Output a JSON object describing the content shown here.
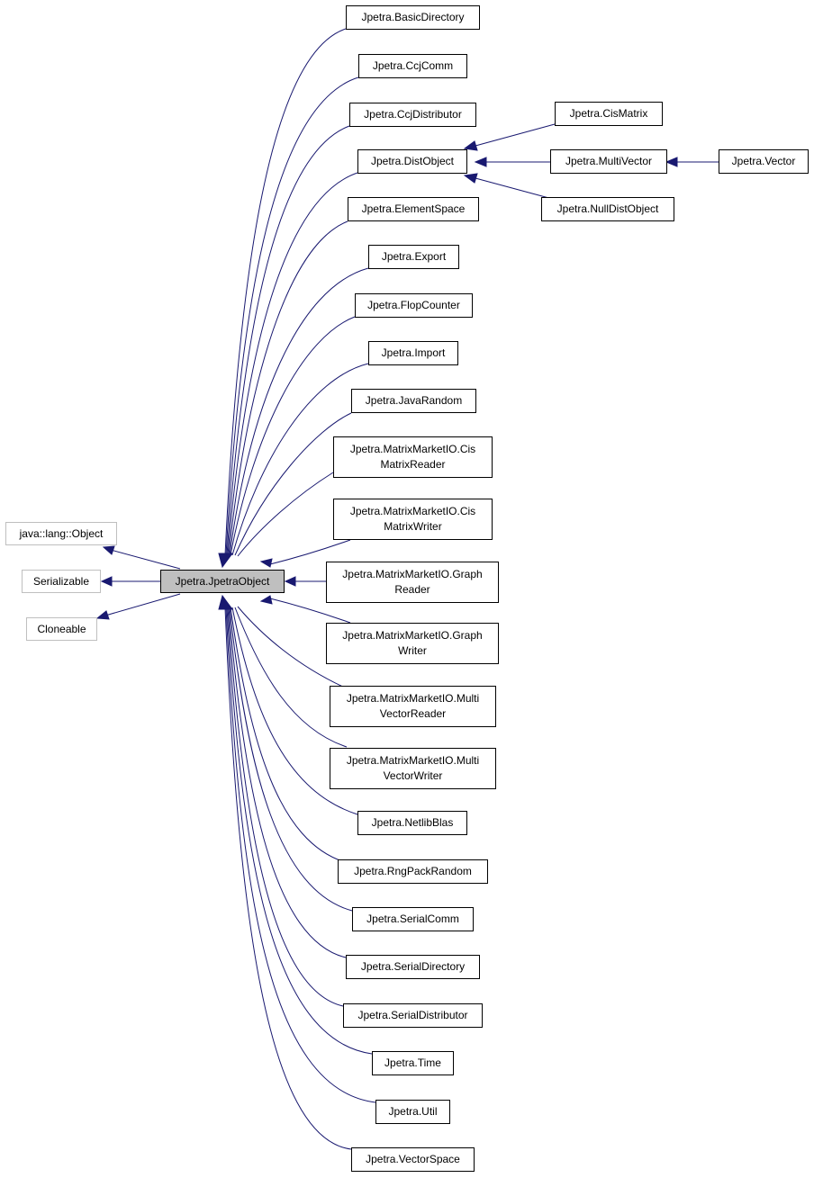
{
  "colors": {
    "edge": "#191970",
    "external_border": "#bfbfbf",
    "focus_fill": "#bfbfbf"
  },
  "nodes": {
    "object": "java::lang::Object",
    "serializable": "Serializable",
    "cloneable": "Cloneable",
    "jpetra_object": "Jpetra.JpetraObject",
    "basic_directory": "Jpetra.BasicDirectory",
    "ccj_comm": "Jpetra.CcjComm",
    "ccj_distributor": "Jpetra.CcjDistributor",
    "dist_object": "Jpetra.DistObject",
    "element_space": "Jpetra.ElementSpace",
    "export": "Jpetra.Export",
    "flop_counter": "Jpetra.FlopCounter",
    "import": "Jpetra.Import",
    "java_random": "Jpetra.JavaRandom",
    "cis_matrix_reader": "Jpetra.MatrixMarketIO.Cis\nMatrixReader",
    "cis_matrix_writer": "Jpetra.MatrixMarketIO.Cis\nMatrixWriter",
    "graph_reader": "Jpetra.MatrixMarketIO.Graph\nReader",
    "graph_writer": "Jpetra.MatrixMarketIO.Graph\nWriter",
    "multi_vector_reader": "Jpetra.MatrixMarketIO.Multi\nVectorReader",
    "multi_vector_writer": "Jpetra.MatrixMarketIO.Multi\nVectorWriter",
    "netlib_blas": "Jpetra.NetlibBlas",
    "rng_pack_random": "Jpetra.RngPackRandom",
    "serial_comm": "Jpetra.SerialComm",
    "serial_directory": "Jpetra.SerialDirectory",
    "serial_distributor": "Jpetra.SerialDistributor",
    "time": "Jpetra.Time",
    "util": "Jpetra.Util",
    "vector_space": "Jpetra.VectorSpace",
    "cis_matrix": "Jpetra.CisMatrix",
    "multi_vector": "Jpetra.MultiVector",
    "null_dist_object": "Jpetra.NullDistObject",
    "vector": "Jpetra.Vector"
  }
}
